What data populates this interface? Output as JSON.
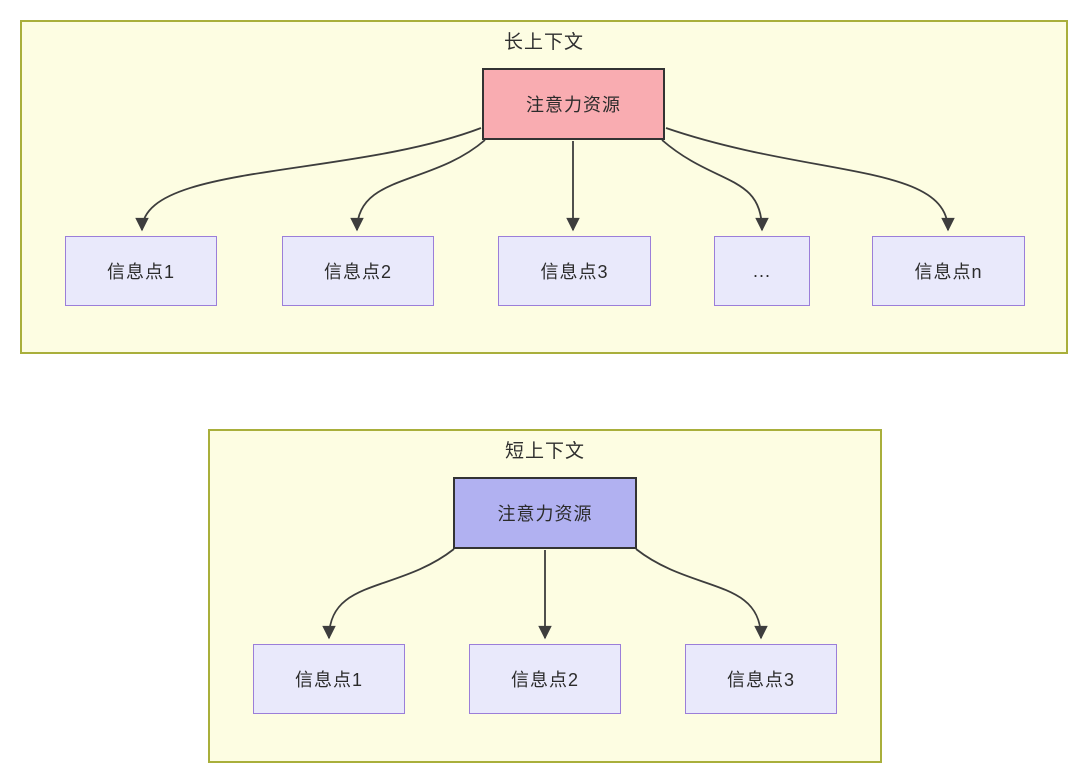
{
  "colors": {
    "page_background": "#FFFFFF",
    "container_fill": "#FDFDE2",
    "container_border": "#A9AF3B",
    "attention_long_fill": "#F9ACB1",
    "attention_short_fill": "#B1B1F1",
    "attention_border": "#333333",
    "node_fill": "#E9E9FB",
    "node_border": "#9B7ED9",
    "arrow_color": "#3D3D3D",
    "text_color": "#2F2F2F"
  },
  "diagrams": [
    {
      "id": "long-context",
      "title": "长上下文",
      "attention_label": "注意力资源",
      "nodes": [
        {
          "label": "信息点1"
        },
        {
          "label": "信息点2"
        },
        {
          "label": "信息点3"
        },
        {
          "label": "..."
        },
        {
          "label": "信息点n"
        }
      ]
    },
    {
      "id": "short-context",
      "title": "短上下文",
      "attention_label": "注意力资源",
      "nodes": [
        {
          "label": "信息点1"
        },
        {
          "label": "信息点2"
        },
        {
          "label": "信息点3"
        }
      ]
    }
  ]
}
